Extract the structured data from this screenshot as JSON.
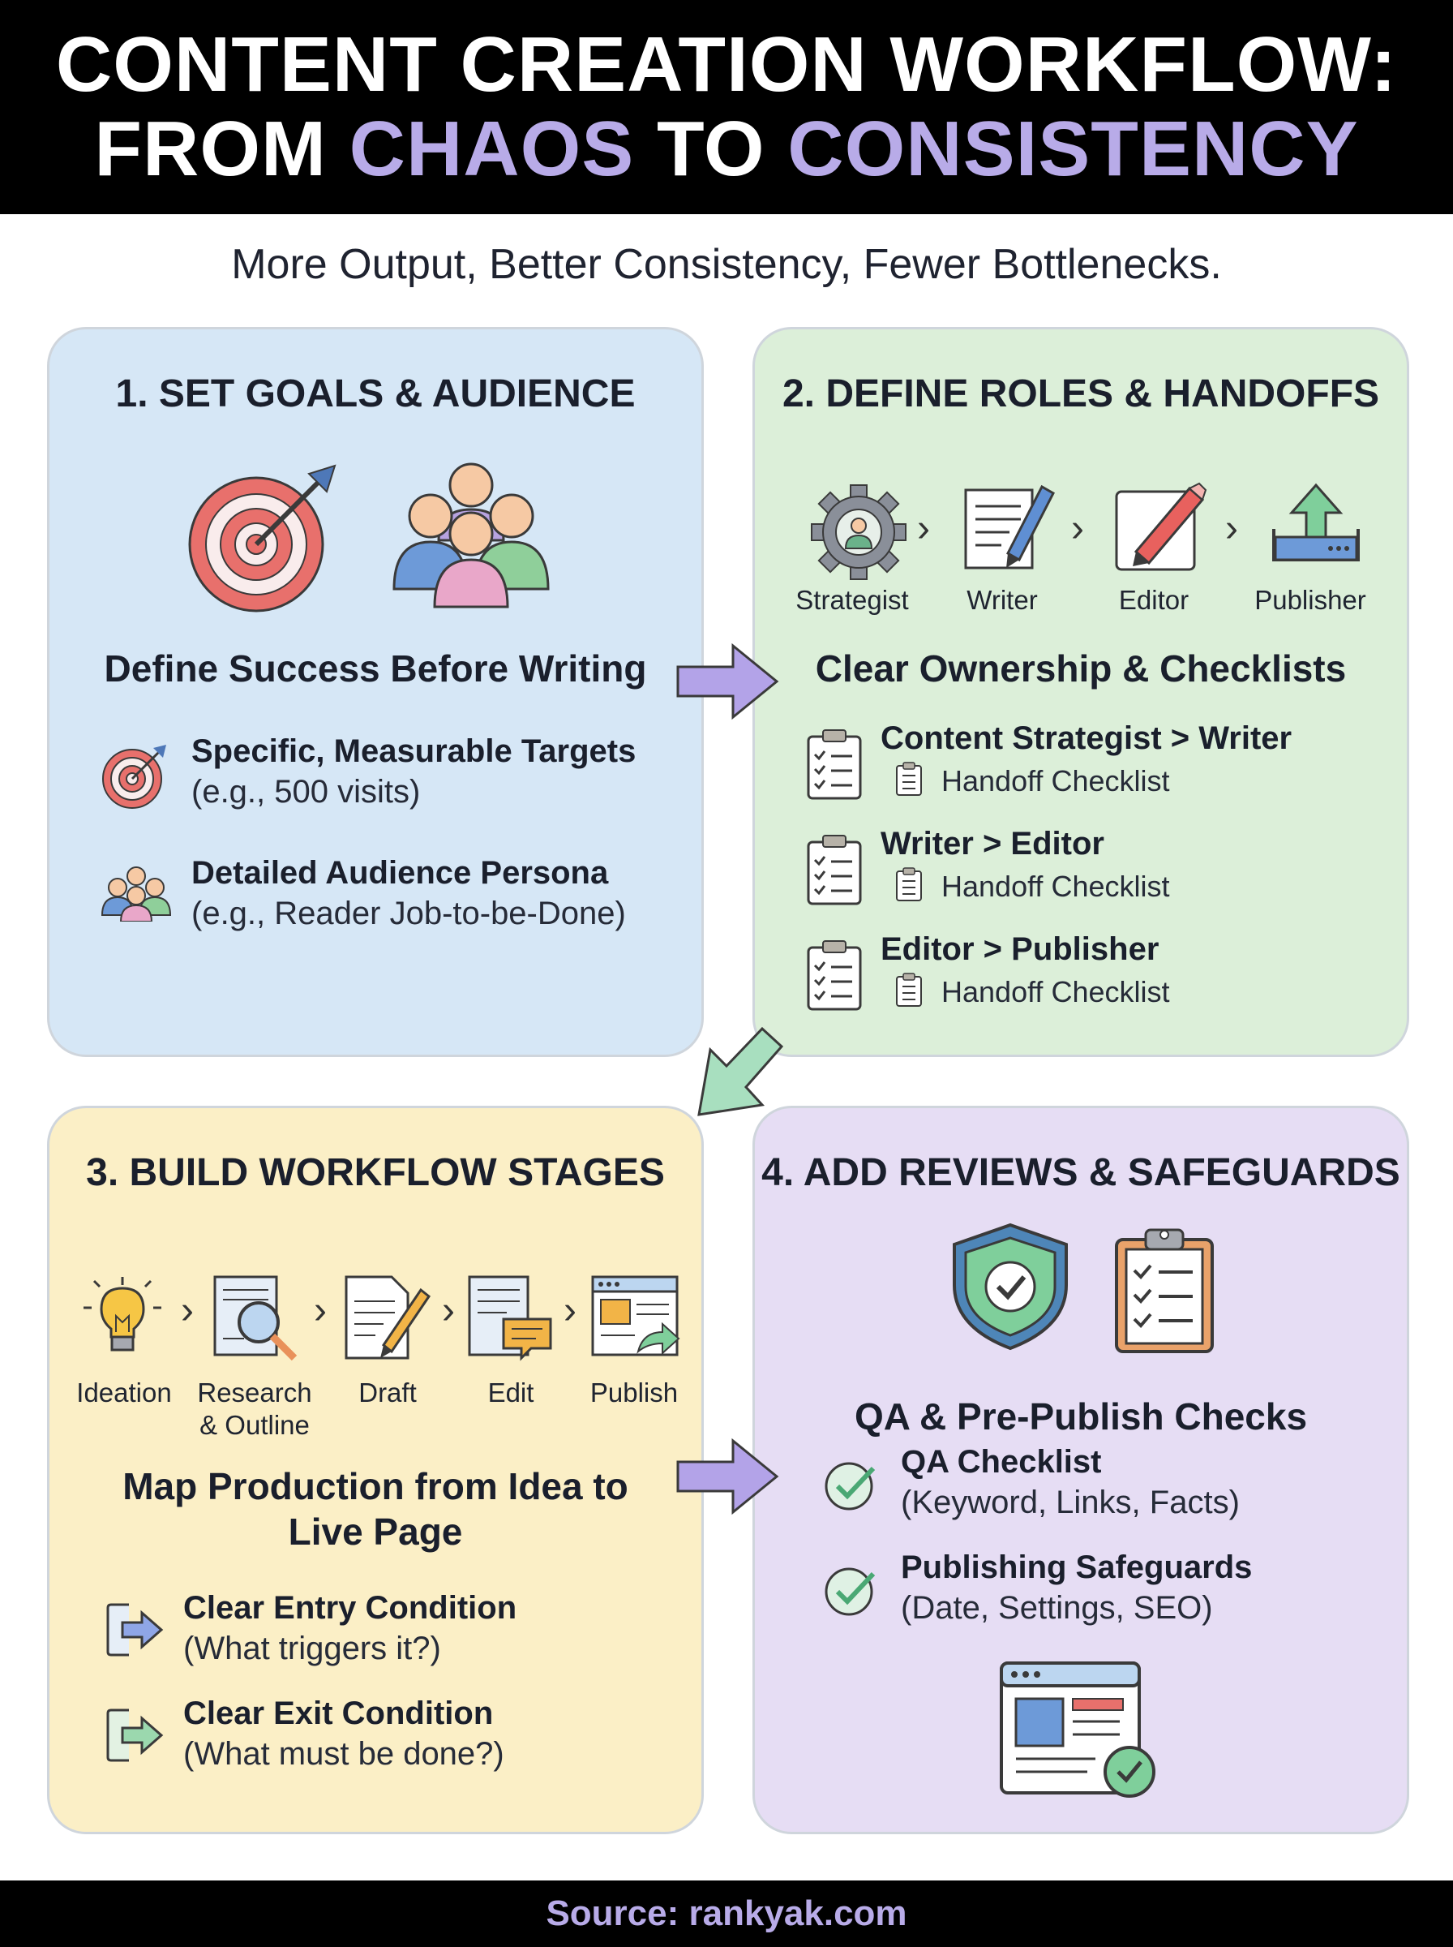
{
  "header": {
    "line1": "CONTENT CREATION WORKFLOW:",
    "line2_prefix": "FROM ",
    "line2_chaos": "CHAOS",
    "line2_to": " TO ",
    "line2_consistency": "CONSISTENCY"
  },
  "subtitle": "More Output, Better Consistency, Fewer Bottlenecks.",
  "panel1": {
    "title": "1. SET GOALS & AUDIENCE",
    "section": "Define Success Before Writing",
    "items": [
      {
        "title": "Specific, Measurable Targets",
        "sub": "(e.g., 500 visits)",
        "icon": "target-icon"
      },
      {
        "title": "Detailed Audience Persona",
        "sub": "(e.g., Reader Job-to-be-Done)",
        "icon": "people-icon"
      }
    ]
  },
  "panel2": {
    "title": "2. DEFINE ROLES & HANDOFFS",
    "roles": [
      "Strategist",
      "Writer",
      "Editor",
      "Publisher"
    ],
    "section": "Clear Ownership & Checklists",
    "handoffs": [
      {
        "title": "Content Strategist > Writer",
        "sub": "Handoff Checklist"
      },
      {
        "title": "Writer > Editor",
        "sub": "Handoff Checklist"
      },
      {
        "title": "Editor > Publisher",
        "sub": "Handoff Checklist"
      }
    ]
  },
  "panel3": {
    "title": "3. BUILD WORKFLOW STAGES",
    "stages": [
      "Ideation",
      "Research",
      "& Outline",
      "Draft",
      "Edit",
      "Publish"
    ],
    "section_line1": "Map Production from Idea to",
    "section_line2": "Live Page",
    "items": [
      {
        "title": "Clear Entry Condition",
        "sub": "(What triggers it?)"
      },
      {
        "title": "Clear Exit Condition",
        "sub": "(What must be done?)"
      }
    ]
  },
  "panel4": {
    "title": "4. ADD REVIEWS & SAFEGUARDS",
    "section": "QA & Pre-Publish Checks",
    "items": [
      {
        "title": "QA Checklist",
        "sub": "(Keyword, Links, Facts)"
      },
      {
        "title": "Publishing Safeguards",
        "sub": "(Date, Settings, SEO)"
      }
    ]
  },
  "footer": "Source: rankyak.com",
  "colors": {
    "accent_lavender": "#b8abe8",
    "panel_blue": "#d6e7f6",
    "panel_green": "#dcefd9",
    "panel_yellow": "#fbefc6",
    "panel_purple": "#e6ddf4",
    "arrow_purple": "#b3a3e8",
    "arrow_green": "#a8dfbf"
  }
}
